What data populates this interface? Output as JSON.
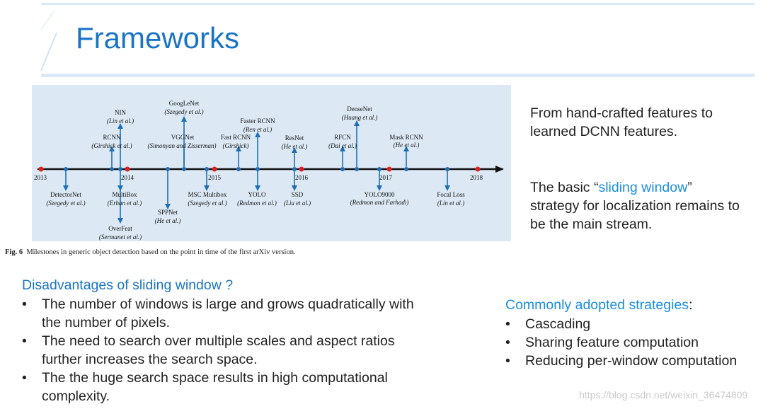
{
  "title": "Frameworks",
  "figure": {
    "caption_label": "Fig. 6",
    "caption_text": "Milestones in generic object detection based on the point in time of the first arXiv version.",
    "years": [
      "2013",
      "2014",
      "2015",
      "2016",
      "2017",
      "2018"
    ],
    "milestones_above": [
      {
        "name": "NIN",
        "authors": "(Lin et al.)"
      },
      {
        "name": "RCNN",
        "authors": "(Girshick et al.)"
      },
      {
        "name": "GoogLeNet",
        "authors": "(Szegedy et al.)"
      },
      {
        "name": "VGGNet",
        "authors": "(Simonyan and Zisserman)"
      },
      {
        "name": "Fast RCNN",
        "authors": "(Girshick)"
      },
      {
        "name": "Faster RCNN",
        "authors": "(Ren et al.)"
      },
      {
        "name": "ResNet",
        "authors": "(He et al.)"
      },
      {
        "name": "RFCN",
        "authors": "(Dai et al.)"
      },
      {
        "name": "DenseNet",
        "authors": "(Huang et al.)"
      },
      {
        "name": "Mask RCNN",
        "authors": "(He et al.)"
      }
    ],
    "milestones_below": [
      {
        "name": "DetectorNet",
        "authors": "(Szegedy et al.)"
      },
      {
        "name": "MultiBox",
        "authors": "(Erhan et al.)"
      },
      {
        "name": "OverFeat",
        "authors": "(Sermanet et al.)"
      },
      {
        "name": "SPPNet",
        "authors": "(He et al.)"
      },
      {
        "name": "MSC Multibox",
        "authors": "(Szegedy et al.)"
      },
      {
        "name": "YOLO",
        "authors": "(Redmon et al.)"
      },
      {
        "name": "SSD",
        "authors": "(Liu et al.)"
      },
      {
        "name": "YOLO9000",
        "authors": "(Redmon and Farhadi)"
      },
      {
        "name": "Focal Loss",
        "authors": "(Lin et al.)"
      }
    ]
  },
  "right": {
    "line1": "From hand-crafted features to",
    "line2": "learned DCNN features.",
    "p2_pre": "The basic ",
    "p2_open_quote": "“",
    "p2_highlight": "sliding window",
    "p2_close_quote": "”",
    "p2_line2": "strategy for localization remains to",
    "p2_line3": "be the main stream."
  },
  "disadvantages": {
    "heading": "Disadvantages of sliding window ?",
    "items": [
      {
        "l1": "The number of windows is large and grows quadratically with",
        "l2": "the number of pixels."
      },
      {
        "l1": "The need to search over multiple scales and aspect ratios",
        "l2": "further increases the search space."
      },
      {
        "l1": "The the huge search space results in high computational",
        "l2": "complexity."
      }
    ]
  },
  "strategies": {
    "heading": "Commonly adopted strategies",
    "heading_suffix": ":",
    "items": [
      "Cascading",
      "Sharing feature computation",
      "Reducing per-window computation"
    ]
  },
  "watermark": "https://blog.csdn.net/weixin_36474809",
  "colors": {
    "title": "#1a74c4",
    "accent": "#1a8ee0",
    "arrow": "#1f6fb6",
    "red_dot": "#e02020"
  }
}
